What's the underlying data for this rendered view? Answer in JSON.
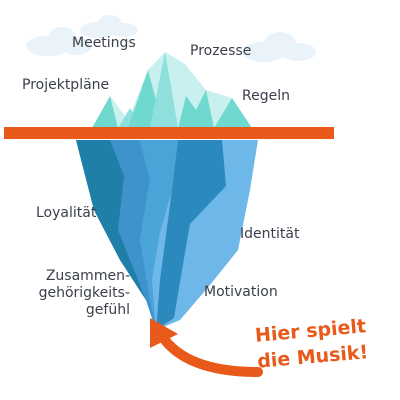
{
  "above_water": {
    "labels": [
      "Meetings",
      "Prozesse",
      "Projektpläne",
      "Regeln"
    ]
  },
  "below_water": {
    "labels": [
      "Loyalität",
      "Identität",
      "Zusammen-",
      "gehörigkeits-",
      "gefühl",
      "Motivation"
    ]
  },
  "callout": {
    "line1": "Hier spielt",
    "line2": "die Musik!"
  },
  "colors": {
    "waterline": "#e8591a",
    "ice_light": "#c8f0ef",
    "ice_teal": "#6fd9cf",
    "ice_mid": "#8fe0dc",
    "under_light": "#6db8e8",
    "under_mid": "#3f93cc",
    "under_dark": "#1f7fa7",
    "cloud": "#eaf3fa",
    "text": "#3a3f4a",
    "accent": "#e8591a"
  }
}
